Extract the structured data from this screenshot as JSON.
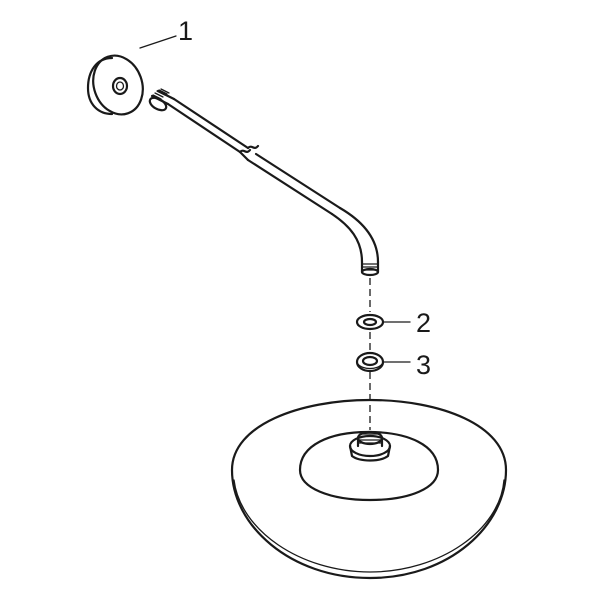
{
  "callouts": [
    {
      "id": "1",
      "label": "1"
    },
    {
      "id": "2",
      "label": "2"
    },
    {
      "id": "3",
      "label": "3"
    }
  ],
  "parts": {
    "wall_flange": "wall-flange",
    "shower_arm": "shower-arm",
    "washer": "washer",
    "nut": "nut",
    "shower_head": "shower-head"
  },
  "colors": {
    "line": "#1a1a1a",
    "background": "#ffffff"
  }
}
